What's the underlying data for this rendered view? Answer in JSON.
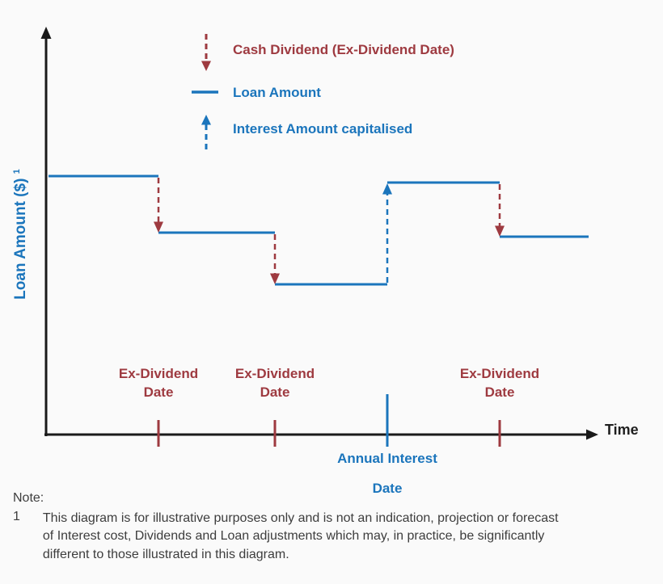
{
  "colors": {
    "dividend_red": "#9E3A40",
    "loan_blue": "#1B75BC",
    "axis_black": "#1A1A1A",
    "note_gray": "#3D3D3D"
  },
  "legend": {
    "cash_dividend": "Cash Dividend (Ex-Dividend Date)",
    "loan_amount": "Loan Amount",
    "interest_capitalised": "Interest Amount capitalised"
  },
  "axes": {
    "y_label": "Loan Amount ($)",
    "y_label_footnote": "1",
    "x_label": "Time"
  },
  "events": {
    "ex_dividend_label": "Ex-Dividend Date",
    "annual_interest_line1": "Annual Interest",
    "annual_interest_line2": "Date"
  },
  "note": {
    "heading": "Note:",
    "item_number": "1",
    "item_text": "This diagram is for illustrative purposes only and is not an indication, projection or forecast of Interest cost, Dividends and Loan adjustments which may, in practice, be significantly different to those illustrated in this diagram."
  },
  "chart_data": {
    "type": "line",
    "style": "step",
    "title": "",
    "xlabel": "Time",
    "ylabel": "Loan Amount ($)",
    "grid": false,
    "legend_position": "top-left",
    "axis_ranges": {
      "x": [
        0,
        5.2
      ],
      "y": [
        0,
        110
      ]
    },
    "series": [
      {
        "name": "Loan Amount",
        "x": [
          0,
          1,
          1,
          2,
          2,
          3,
          3,
          4,
          4,
          5
        ],
        "y": [
          100,
          100,
          78,
          78,
          58,
          58,
          98,
          98,
          77,
          77
        ]
      }
    ],
    "events": [
      {
        "x": 1,
        "type": "Cash Dividend (Ex-Dividend Date)",
        "effect": "loan decreases by dividend amount"
      },
      {
        "x": 2,
        "type": "Cash Dividend (Ex-Dividend Date)",
        "effect": "loan decreases by dividend amount"
      },
      {
        "x": 3,
        "type": "Annual Interest Date",
        "effect": "interest amount capitalised, loan increases"
      },
      {
        "x": 4,
        "type": "Cash Dividend (Ex-Dividend Date)",
        "effect": "loan decreases by dividend amount"
      }
    ]
  }
}
